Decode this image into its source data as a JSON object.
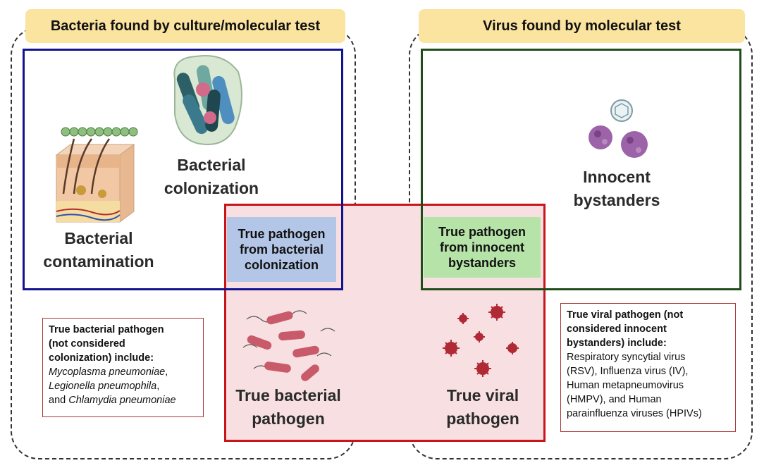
{
  "headers": {
    "bacteria": "Bacteria found by culture/molecular test",
    "virus": "Virus found by molecular test"
  },
  "labels": {
    "bacterial_colonization": [
      "Bacterial",
      "colonization"
    ],
    "bacterial_contamination": [
      "Bacterial",
      "contamination"
    ],
    "innocent_bystanders": [
      "Innocent",
      "bystanders"
    ],
    "true_bacterial_pathogen": [
      "True bacterial",
      "pathogen"
    ],
    "true_viral_pathogen": [
      "True viral",
      "pathogen"
    ]
  },
  "overlap_boxes": {
    "bacterial": [
      "True pathogen",
      "from bacterial",
      "colonization"
    ],
    "viral": [
      "True pathogen",
      "from innocent",
      "bystanders"
    ]
  },
  "notes": {
    "bacterial": {
      "heading": [
        "True bacterial pathogen",
        "(not considered",
        "colonization) include:"
      ],
      "organism_1": "Mycoplasma pneumoniae",
      "sep_1": ",",
      "organism_2": "Legionella pneumophila",
      "sep_2": ",",
      "and": "and ",
      "organism_3": "Chlamydia pneumoniae"
    },
    "viral": {
      "heading": [
        "True viral pathogen (not",
        "considered innocent",
        "bystanders) include:"
      ],
      "body": [
        "Respiratory syncytial virus",
        "(RSV), Influenza virus (IV),",
        "Human metapneumovirus",
        "(HMPV), and Human",
        "parainfluenza viruses (HPIVs)"
      ]
    }
  },
  "colors": {
    "bacteria_box": "#14138f",
    "virus_box": "#1f4d1a",
    "pathogen_box": "#c8151b",
    "pathogen_fill": "#f8e0e2",
    "header_fill": "#fbe3a0",
    "bacterial_overlap_fill": "#b4c6e7",
    "viral_overlap_fill": "#b6e3a8"
  },
  "icons": [
    "skin-layer-icon",
    "bacteria-cluster-icon",
    "virus-particles-icon",
    "rod-bacteria-icon",
    "red-virus-icon"
  ]
}
